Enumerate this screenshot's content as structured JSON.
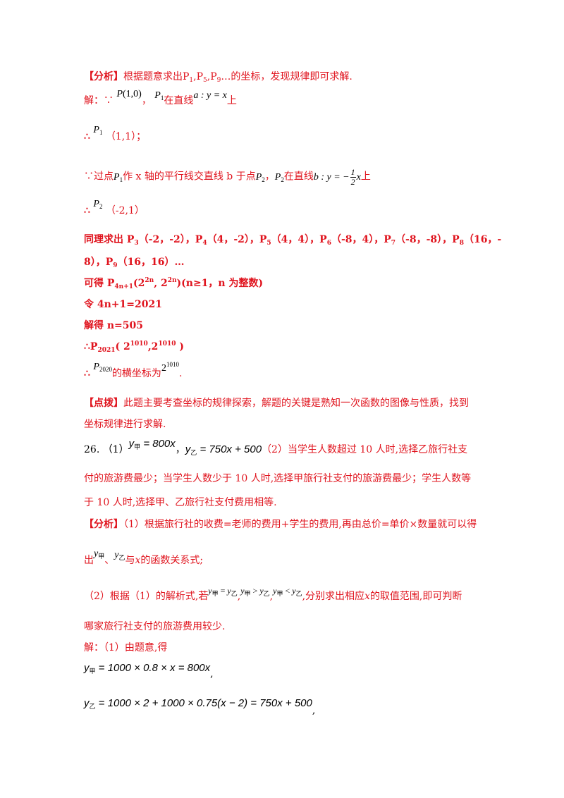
{
  "lines": {
    "l1": {
      "tag": "【分析】",
      "text": "根据题意求出P",
      "s1": "1",
      "t2": ",P",
      "s5": "5",
      "t3": ",P",
      "s9": "9",
      "t4": "…的坐标，发现规律即可求解."
    },
    "l2": {
      "prefix": "解：∵",
      "p": "P",
      "args": "(1,0)",
      "comma": "，",
      "p1": "P",
      "p1s": "1",
      "on": "在直线",
      "eq": "a : y = x",
      "tail": "上"
    },
    "l3": {
      "therefore": "∴",
      "p": "P",
      "ps": "1",
      "coord": "（1,1）；"
    },
    "l4": {
      "because": "∵过点",
      "p1": "P",
      "p1s": "1",
      "mid": "作 x 轴的平行线交直线 b 于点",
      "p2": "P",
      "p2s": "2",
      "comma": "，",
      "p2b": "P",
      "p2bs": "2",
      "on": "在直线",
      "eq1": "b : y = −",
      "fn": "1",
      "fd": "2",
      "eq2": "x",
      "tail": "上"
    },
    "l5": {
      "therefore": "∴",
      "p": "P",
      "ps": "2",
      "coord": "（-2,1）"
    },
    "l6": {
      "t0": "同理求出 P",
      "s3": "3",
      "c3": "（-2，-2），P",
      "s4": "4",
      "c4": "（4，-2），P",
      "s5": "5",
      "c5": "（4，4），P",
      "s6": "6",
      "c6": "（-8，4），P",
      "s7": "7",
      "c7": "（-8，-8），P",
      "s8": "8",
      "c8": "（16，-"
    },
    "l7": {
      "t0": "8），P",
      "s9": "9",
      "c9": "（16，16）…"
    },
    "l8": {
      "t0": "可得 P",
      "sub": "4n+1",
      "t1": "(2",
      "e1": "2n",
      "t2": ", 2",
      "e2": "2n",
      "t3": ")(n≥1，n 为整数)"
    },
    "l9": {
      "text": "令 4n+1=2021"
    },
    "l10": {
      "text": "解得 n=505"
    },
    "l11": {
      "t0": "∴P",
      "sub": "2021",
      "t1": "( 2",
      "e1": "1010",
      "t2": ",2",
      "e2": "1010",
      "t3": " )"
    },
    "l12": {
      "therefore": "∴",
      "p": "P",
      "ps": "2020",
      "mid": "的横坐标为",
      "b": "2",
      "e": "1010",
      "tail": "."
    },
    "l13": {
      "tag": "【点拨】",
      "text": "此题主要考查坐标的规律探索，解题的关键是熟知一次函数的图像与性质，找到"
    },
    "l14": {
      "text": "坐标规律进行求解."
    },
    "l15": {
      "num": "26.",
      "part1": "（1）",
      "y1": "y",
      "y1s": "甲",
      "eq1": " = 800x",
      "comma": "，",
      "y2": "y",
      "y2s": "乙",
      "eq2": " = 750x + 500",
      "part2": "（2）当学生人数超过 10 人时,选择乙旅行社支"
    },
    "l16": {
      "text": "付的旅游费最少；当学生人数少于 10 人时,选择甲旅行社支付的旅游费最少；学生人数等"
    },
    "l17": {
      "text": "于 10 人时,选择甲、乙旅行社支付费用相等."
    },
    "l18": {
      "tag": "【分析】",
      "text": "（1）根据旅行社的收费=老师的费用+学生的费用,再由总价=单价×数量就可以得"
    },
    "l19": {
      "t0": "出",
      "y1": "y",
      "y1s": "甲",
      "sep": "、",
      "y2": "y",
      "y2s": "乙",
      "t1": "与",
      "x": "x",
      "t2": "的函数关系式;"
    },
    "l20": {
      "t0": "（2）根据（1）的解析式,若",
      "c1a": "y",
      "c1as": "甲",
      "c1op": " = ",
      "c1b": "y",
      "c1bs": "乙",
      "sep1": ",",
      "c2a": "y",
      "c2as": "甲",
      "c2op": " > ",
      "c2b": "y",
      "c2bs": "乙",
      "sep2": ",",
      "c3a": "y",
      "c3as": "甲",
      "c3op": " < ",
      "c3b": "y",
      "c3bs": "乙",
      "t1": ",分别求出相应",
      "x": "x",
      "t2": "的取值范围,即可判断"
    },
    "l21": {
      "text": "哪家旅行社支付的旅游费用较少."
    },
    "l22": {
      "text": "解：（1）由题意,得"
    },
    "l23": {
      "y": "y",
      "ys": "甲",
      "eq": " = 1000 × 0.8 × x = 800x",
      "tail": ","
    },
    "l24": {
      "y": "y",
      "ys": "乙",
      "eq": " = 1000 × 2 + 1000 × 0.75(x − 2) = 750x + 500",
      "tail": ","
    }
  }
}
